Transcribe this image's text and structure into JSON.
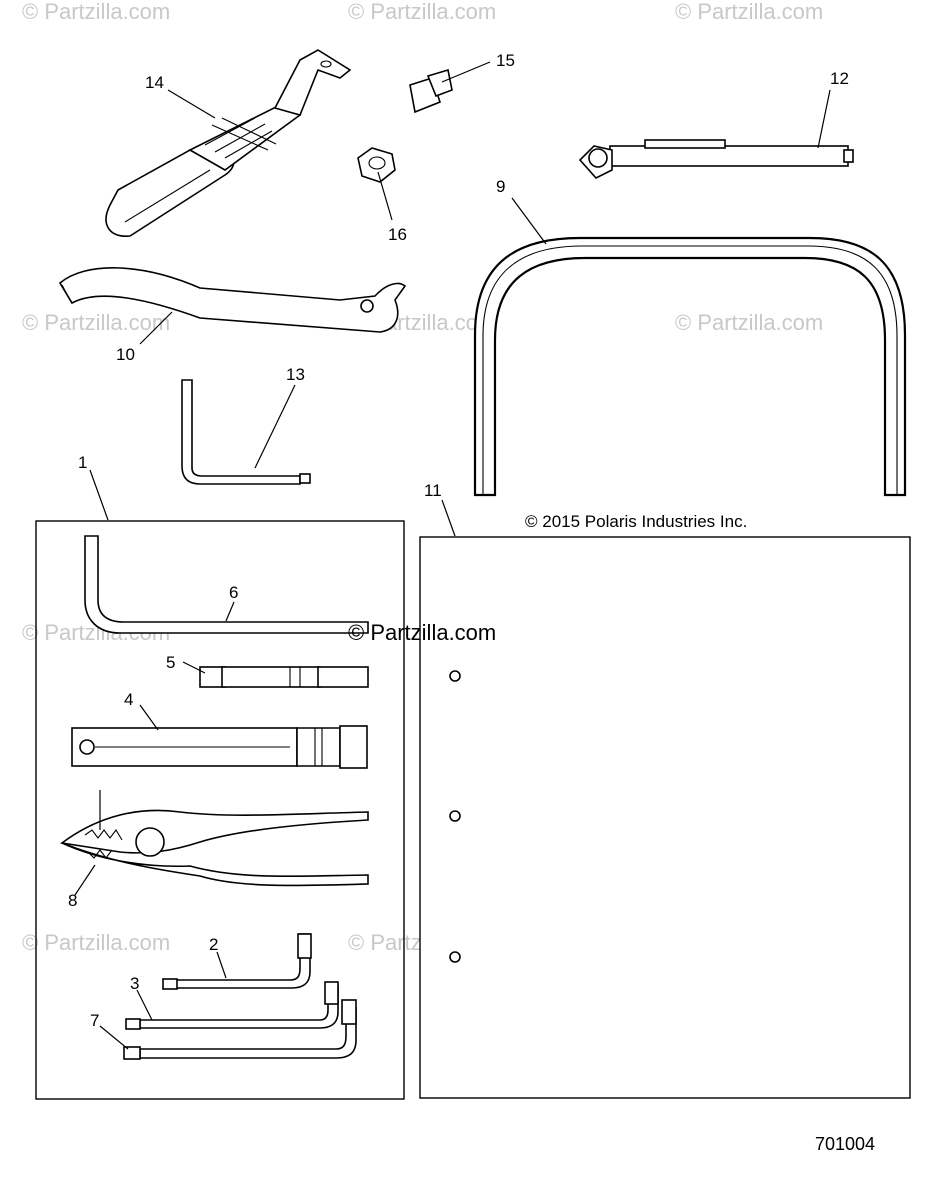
{
  "watermarks": [
    "© Partzilla.com"
  ],
  "center_watermark": "© Partzilla.com",
  "copyright": "© 2015 Polaris Industries Inc.",
  "diagram_number": "701004",
  "callouts": {
    "c1": "1",
    "c2": "2",
    "c3": "3",
    "c4": "4",
    "c5": "5",
    "c6": "6",
    "c7": "7",
    "c8": "8",
    "c9": "9",
    "c10": "10",
    "c11": "11",
    "c12": "12",
    "c13": "13",
    "c14": "14",
    "c15": "15",
    "c16": "16"
  }
}
